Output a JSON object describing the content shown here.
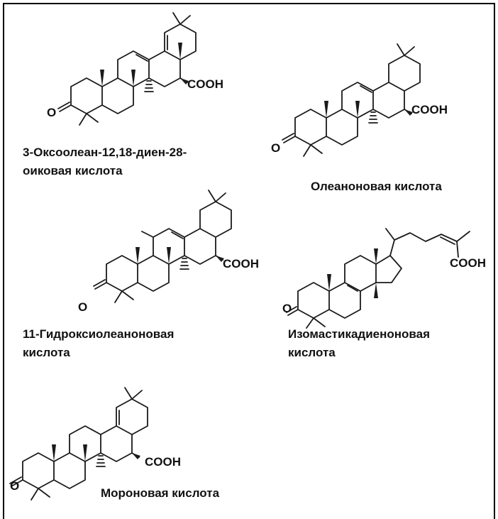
{
  "compounds": [
    {
      "name_line1": "3-Оксоолеан-12,18-диен-28-",
      "name_line2": "оиковая кислота",
      "acid": "COOH",
      "ketone": "O"
    },
    {
      "name_line1": "Олеаноновая кислота",
      "name_line2": "",
      "acid": "COOH",
      "ketone": "O"
    },
    {
      "name_line1": "11-Гидроксиолеаноновая",
      "name_line2": "кислота",
      "acid": "COOH",
      "ketone": "O"
    },
    {
      "name_line1": "Изомастикадиеноновая",
      "name_line2": "кислота",
      "acid": "COOH",
      "ketone": "O"
    },
    {
      "name_line1": "Мороновая кислота",
      "name_line2": "",
      "acid": "COOH",
      "ketone": "O"
    }
  ]
}
